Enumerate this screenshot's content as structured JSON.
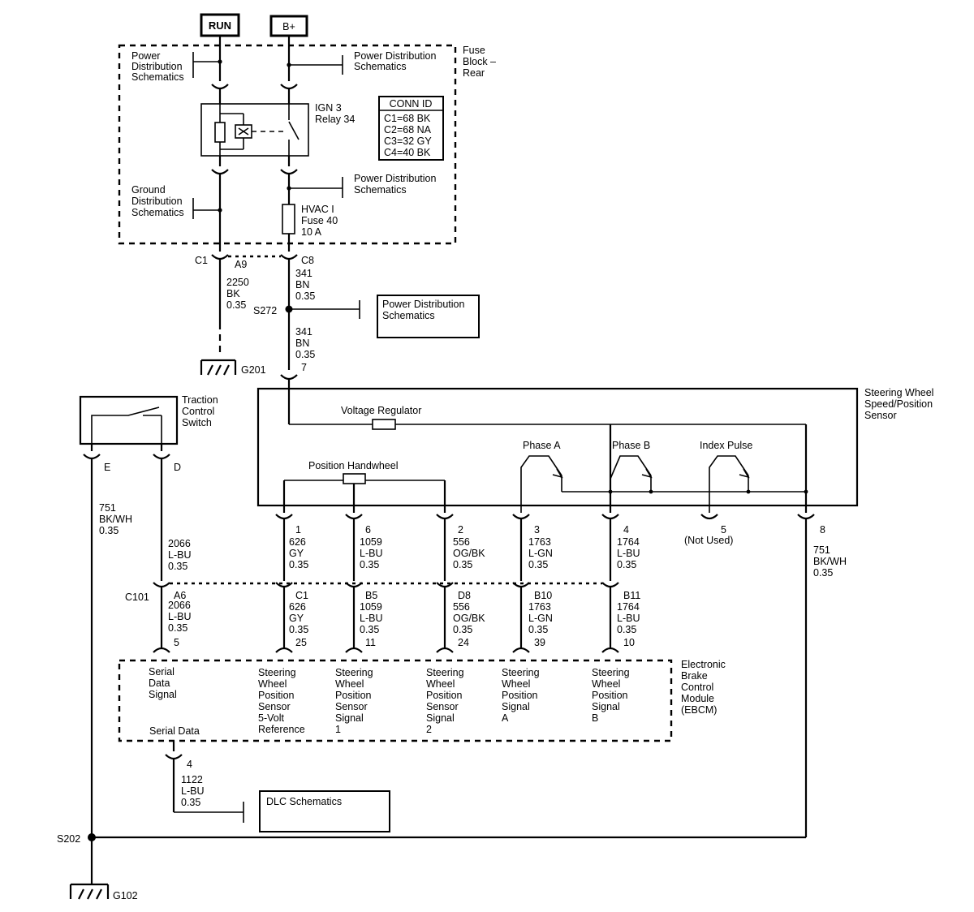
{
  "power": {
    "run": "RUN",
    "bplus": "B+"
  },
  "fuse_block": {
    "name": [
      "Fuse",
      "Block –",
      "Rear"
    ],
    "pds_left": [
      "Power",
      "Distribution",
      "Schematics"
    ],
    "pds_right_top": [
      "Power Distribution",
      "Schematics"
    ],
    "pds_right_mid": [
      "Power Distribution",
      "Schematics"
    ],
    "gds": [
      "Ground",
      "Distribution",
      "Schematics"
    ],
    "relay": [
      "IGN 3",
      "Relay 34"
    ],
    "fuse": [
      "HVAC I",
      "Fuse 40",
      "10 A"
    ],
    "conn_id": {
      "title": "CONN ID",
      "rows": [
        "C1=68 BK",
        "C2=68 NA",
        "C3=32 GY",
        "C4=40 BK"
      ]
    }
  },
  "wires_top": {
    "c1": "C1",
    "a9": "A9",
    "c8": "C8",
    "w2250": [
      "2250",
      "BK",
      "0.35"
    ],
    "w341a": [
      "341",
      "BN",
      "0.35"
    ],
    "s272": "S272",
    "pds_box": [
      "Power Distribution",
      "Schematics"
    ],
    "w341b": [
      "341",
      "BN",
      "0.35"
    ],
    "pin7": "7",
    "g201": "G201"
  },
  "tcs": {
    "name": [
      "Traction",
      "Control",
      "Switch"
    ],
    "pin_e": "E",
    "pin_d": "D"
  },
  "sensor": {
    "name": [
      "Steering Wheel",
      "Speed/Position",
      "Sensor"
    ],
    "voltage_regulator": "Voltage Regulator",
    "position_handwheel": "Position Handwheel",
    "phase_a": "Phase A",
    "phase_b": "Phase B",
    "index_pulse": "Index Pulse",
    "not_used": "(Not Used)",
    "pins": [
      {
        "pin": "1",
        "wire": [
          "626",
          "GY",
          "0.35"
        ]
      },
      {
        "pin": "6",
        "wire": [
          "1059",
          "L-BU",
          "0.35"
        ]
      },
      {
        "pin": "2",
        "wire": [
          "556",
          "OG/BK",
          "0.35"
        ]
      },
      {
        "pin": "3",
        "wire": [
          "1763",
          "L-GN",
          "0.35"
        ]
      },
      {
        "pin": "4",
        "wire": [
          "1764",
          "L-BU",
          "0.35"
        ]
      },
      {
        "pin": "5",
        "wire": []
      },
      {
        "pin": "8",
        "wire": [
          "751",
          "BK/WH",
          "0.35"
        ]
      }
    ]
  },
  "left_wires": {
    "w751": [
      "751",
      "BK/WH",
      "0.35"
    ],
    "w2066": [
      "2066",
      "L-BU",
      "0.35"
    ]
  },
  "c101": {
    "name": "C101",
    "conns": [
      {
        "pin": "A6",
        "wire": [
          "2066",
          "L-BU",
          "0.35"
        ],
        "ebcm_pin": "5"
      },
      {
        "pin": "C1",
        "wire": [
          "626",
          "GY",
          "0.35"
        ],
        "ebcm_pin": "25"
      },
      {
        "pin": "B5",
        "wire": [
          "1059",
          "L-BU",
          "0.35"
        ],
        "ebcm_pin": "11"
      },
      {
        "pin": "D8",
        "wire": [
          "556",
          "OG/BK",
          "0.35"
        ],
        "ebcm_pin": "24"
      },
      {
        "pin": "B10",
        "wire": [
          "1763",
          "L-GN",
          "0.35"
        ],
        "ebcm_pin": "39"
      },
      {
        "pin": "B11",
        "wire": [
          "1764",
          "L-BU",
          "0.35"
        ],
        "ebcm_pin": "10"
      }
    ]
  },
  "ebcm": {
    "name": [
      "Electronic",
      "Brake",
      "Control",
      "Module",
      "(EBCM)"
    ],
    "signals": [
      [
        "Serial",
        "Data",
        "Signal"
      ],
      [
        "Steering",
        "Wheel",
        "Position",
        "Sensor",
        "5-Volt",
        "Reference"
      ],
      [
        "Steering",
        "Wheel",
        "Position",
        "Sensor",
        "Signal",
        "1"
      ],
      [
        "Steering",
        "Wheel",
        "Position",
        "Sensor",
        "Signal",
        "2"
      ],
      [
        "Steering",
        "Wheel",
        "Position",
        "Signal",
        "A"
      ],
      [
        "Steering",
        "Wheel",
        "Position",
        "Signal",
        "B"
      ]
    ],
    "serial_data": "Serial Data",
    "serial_pin": "4",
    "w1122": [
      "1122",
      "L-BU",
      "0.35"
    ]
  },
  "dlc": "DLC Schematics",
  "ground": {
    "s202": "S202",
    "g102": "G102"
  },
  "colors": {
    "ink": "#000000",
    "paper": "#ffffff"
  }
}
